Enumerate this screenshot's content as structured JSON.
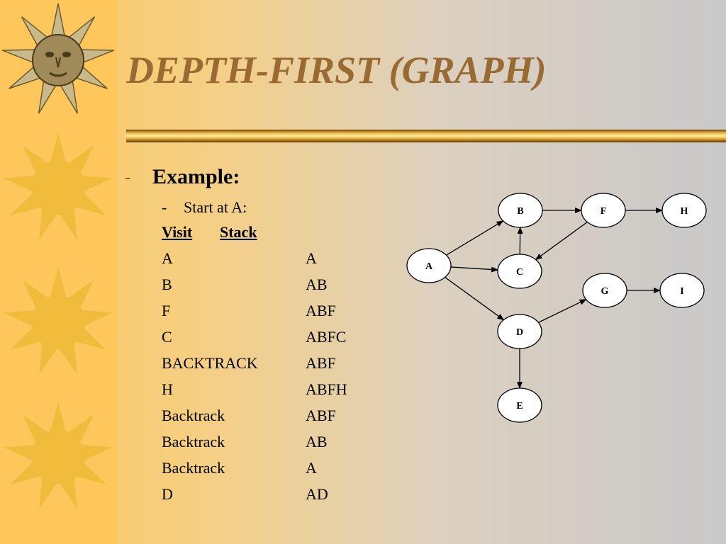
{
  "slide": {
    "title": "DEPTH-FIRST (GRAPH)",
    "bullet_marker": "-",
    "heading": "Example:",
    "sub_marker": "-",
    "start_text": "Start at A:",
    "col_visit": "Visit",
    "col_stack": "Stack",
    "rows": [
      {
        "visit": "A",
        "stack": "A"
      },
      {
        "visit": "B",
        "stack": "AB"
      },
      {
        "visit": "F",
        "stack": "ABF"
      },
      {
        "visit": "C",
        "stack": "ABFC"
      },
      {
        "visit": "BACKTRACK",
        "stack": "ABF"
      },
      {
        "visit": "H",
        "stack": "ABFH"
      },
      {
        "visit": "Backtrack",
        "stack": "ABF"
      },
      {
        "visit": "Backtrack",
        "stack": "AB"
      },
      {
        "visit": "Backtrack",
        "stack": "A"
      },
      {
        "visit": "D",
        "stack": "AD"
      }
    ]
  },
  "graph": {
    "nodes": [
      "A",
      "B",
      "C",
      "D",
      "E",
      "F",
      "G",
      "H",
      "I"
    ],
    "edges": [
      [
        "A",
        "B"
      ],
      [
        "A",
        "C"
      ],
      [
        "A",
        "D"
      ],
      [
        "C",
        "B"
      ],
      [
        "B",
        "F"
      ],
      [
        "F",
        "C"
      ],
      [
        "F",
        "H"
      ],
      [
        "D",
        "E"
      ],
      [
        "D",
        "G"
      ],
      [
        "G",
        "I"
      ]
    ]
  },
  "colors": {
    "title": "#9a6a33",
    "stripe": "#fec65b",
    "sun": "#f4c04a",
    "node_fill": "#ffffff"
  }
}
